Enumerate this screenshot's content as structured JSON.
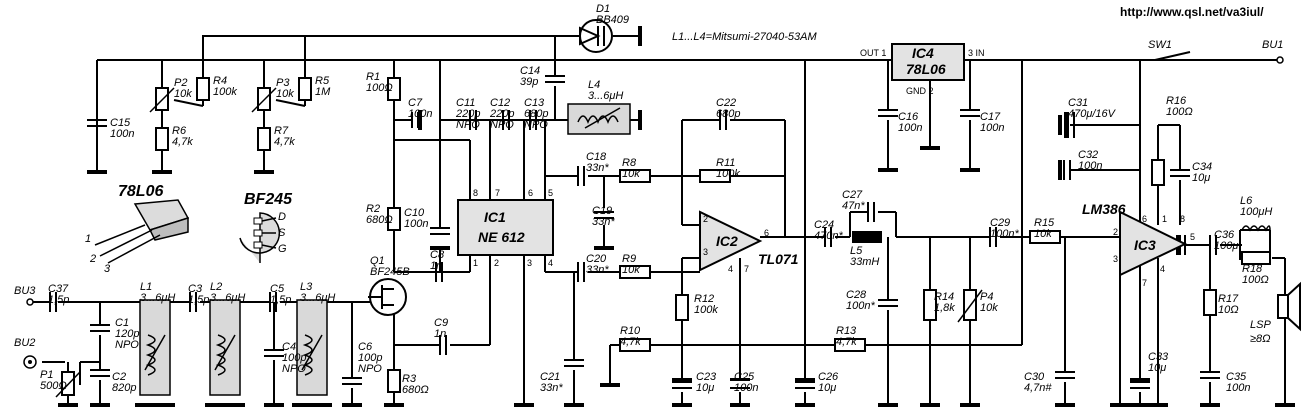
{
  "url": "http://www.qsl.net/va3iul/",
  "coil_note": "L1...L4=Mitsumi-27040-53AM",
  "packages": {
    "reg_title": "78L06",
    "reg_pins": [
      "1",
      "2",
      "3"
    ],
    "fet_title": "BF245",
    "fet_pins": [
      "D",
      "S",
      "G"
    ]
  },
  "connectors": {
    "bu1": "BU1",
    "bu2": "BU2",
    "bu3": "BU3",
    "sw1": "SW1",
    "lsp": "LSP",
    "lsp_val": "≥8Ω"
  },
  "ics": {
    "ic1": {
      "name": "IC1",
      "part": "NE 612",
      "pins": [
        "8",
        "7",
        "6",
        "5",
        "1",
        "2",
        "3",
        "4"
      ]
    },
    "ic2": {
      "name": "IC2",
      "part": "TL071",
      "pins": [
        "2",
        "3",
        "4",
        "6",
        "7"
      ]
    },
    "ic3": {
      "name": "IC3",
      "part": "LM386",
      "pins": [
        "2",
        "3",
        "4",
        "5",
        "6",
        "7",
        "8",
        "1"
      ]
    },
    "ic4": {
      "name": "IC4",
      "part": "78L06",
      "out": "OUT 1",
      "in": "3 IN",
      "gnd": "GND 2"
    }
  },
  "components": [
    {
      "ref": "D1",
      "val": "BB409"
    },
    {
      "ref": "C14",
      "val": "39p"
    },
    {
      "ref": "L4",
      "val": "3...6μH"
    },
    {
      "ref": "P2",
      "val": "10k"
    },
    {
      "ref": "R4",
      "val": "100k"
    },
    {
      "ref": "P3",
      "val": "10k"
    },
    {
      "ref": "R5",
      "val": "1M"
    },
    {
      "ref": "R1",
      "val": "100Ω"
    },
    {
      "ref": "C15",
      "val": "100n"
    },
    {
      "ref": "R6",
      "val": "4,7k"
    },
    {
      "ref": "R7",
      "val": "4,7k"
    },
    {
      "ref": "C7",
      "val": "100n"
    },
    {
      "ref": "C11",
      "val": "220p",
      "type": "NPO"
    },
    {
      "ref": "C12",
      "val": "220p",
      "type": "NPO"
    },
    {
      "ref": "C13",
      "val": "680p",
      "type": "NPO"
    },
    {
      "ref": "C22",
      "val": "680p"
    },
    {
      "ref": "C16",
      "val": "100n"
    },
    {
      "ref": "C17",
      "val": "100n"
    },
    {
      "ref": "C31",
      "val": "470μ/16V"
    },
    {
      "ref": "R16",
      "val": "100Ω"
    },
    {
      "ref": "C32",
      "val": "100n"
    },
    {
      "ref": "C34",
      "val": "10μ"
    },
    {
      "ref": "C18",
      "val": "33n*"
    },
    {
      "ref": "R8",
      "val": "10k"
    },
    {
      "ref": "R11",
      "val": "100k"
    },
    {
      "ref": "C19",
      "val": "33n*"
    },
    {
      "ref": "R2",
      "val": "680Ω"
    },
    {
      "ref": "C10",
      "val": "100n"
    },
    {
      "ref": "C27",
      "val": "47n*"
    },
    {
      "ref": "C24",
      "val": "470n*"
    },
    {
      "ref": "L5",
      "val": "33mH"
    },
    {
      "ref": "C29",
      "val": "100n*"
    },
    {
      "ref": "R15",
      "val": "10k"
    },
    {
      "ref": "L6",
      "val": "100μH"
    },
    {
      "ref": "C36",
      "val": "100μ"
    },
    {
      "ref": "R18",
      "val": "100Ω"
    },
    {
      "ref": "C8",
      "val": "1n"
    },
    {
      "ref": "Q1",
      "val": "BF245B"
    },
    {
      "ref": "C20",
      "val": "33n*"
    },
    {
      "ref": "R9",
      "val": "10k"
    },
    {
      "ref": "R12",
      "val": "100k"
    },
    {
      "ref": "R14",
      "val": "1,8k"
    },
    {
      "ref": "P4",
      "val": "10k"
    },
    {
      "ref": "C28",
      "val": "100n*"
    },
    {
      "ref": "R17",
      "val": "10Ω"
    },
    {
      "ref": "C37",
      "val": "1,5p"
    },
    {
      "ref": "L1",
      "val": "3...6μH"
    },
    {
      "ref": "C3",
      "val": "1,5p"
    },
    {
      "ref": "L2",
      "val": "3...6μH"
    },
    {
      "ref": "C5",
      "val": "1,5p"
    },
    {
      "ref": "L3",
      "val": "3...6μH"
    },
    {
      "ref": "C1",
      "val": "120p",
      "type": "NPO"
    },
    {
      "ref": "C4",
      "val": "100p",
      "type": "NPO"
    },
    {
      "ref": "C6",
      "val": "100p",
      "type": "NPO"
    },
    {
      "ref": "C9",
      "val": "1n"
    },
    {
      "ref": "R10",
      "val": "4,7k"
    },
    {
      "ref": "R13",
      "val": "4,7k"
    },
    {
      "ref": "P1",
      "val": "500Ω"
    },
    {
      "ref": "C2",
      "val": "820p"
    },
    {
      "ref": "R3",
      "val": "680Ω"
    },
    {
      "ref": "C21",
      "val": "33n*"
    },
    {
      "ref": "C23",
      "val": "10μ"
    },
    {
      "ref": "C25",
      "val": "100n"
    },
    {
      "ref": "C26",
      "val": "10μ"
    },
    {
      "ref": "C30",
      "val": "4,7n#"
    },
    {
      "ref": "C33",
      "val": "10μ"
    },
    {
      "ref": "C35",
      "val": "100n"
    }
  ]
}
